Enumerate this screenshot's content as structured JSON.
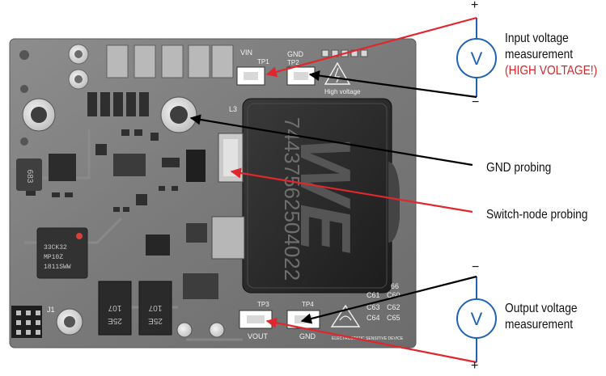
{
  "board": {
    "silk": {
      "tp1": "TP1",
      "vin": "VIN",
      "gnd_top": "GND",
      "tp2": "TP2",
      "hv_label": "High voltage",
      "l3": "L3",
      "tp3": "TP3",
      "tp4": "TP4",
      "vout": "VOUT",
      "gnd_bottom": "GND",
      "j1": "J1",
      "ic_line1": "33CK32",
      "ic_line2": "MP10Z",
      "ic_line3": "1811SWW",
      "inductor_text": "74437562504022",
      "we_logo": "WE",
      "cap_a_line1": "107",
      "cap_a_line2": "25E",
      "cap_b_line1": "107",
      "cap_b_line2": "25E",
      "part_683": "683",
      "ref_c61": "C61",
      "ref_c63": "C63",
      "ref_c64": "C64",
      "ref_c60": "C60",
      "ref_c62": "C62",
      "ref_c65": "C65",
      "ref_66": "66",
      "esd_label": "ELECTROSTATIC SENSITIVE DEVICE"
    }
  },
  "annotations": {
    "input_line1": "Input voltage",
    "input_line2": "measurement",
    "input_warning": "(HIGH VOLTAGE!)",
    "gnd_probing": "GND probing",
    "switch_node": "Switch-node probing",
    "output_line1": "Output voltage",
    "output_line2": "measurement"
  },
  "meters": {
    "input": {
      "symbol": "V",
      "plus": "+",
      "minus": "−"
    },
    "output": {
      "symbol": "V",
      "plus": "+",
      "minus": "−"
    }
  },
  "colors": {
    "arrow_red": "#e1262d",
    "arrow_black": "#000000",
    "meter_blue": "#1f63b4",
    "warning_red": "#d8262b",
    "pcb": "#7b7b7b"
  }
}
